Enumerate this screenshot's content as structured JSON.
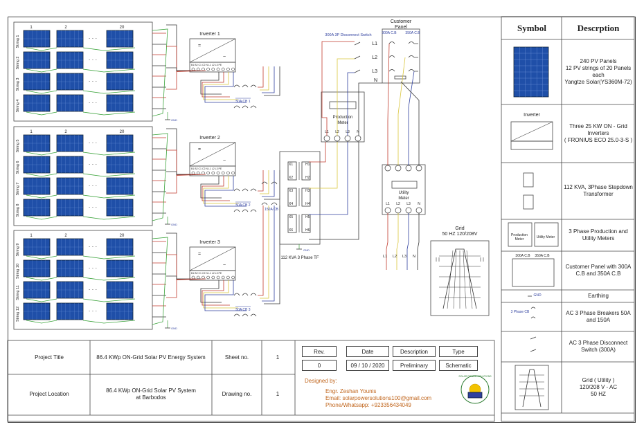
{
  "strings": {
    "group1": {
      "labels": [
        "String 1",
        "String 2",
        "String 3",
        "String 4"
      ],
      "cols": [
        "1",
        "2",
        "20"
      ]
    },
    "group2": {
      "labels": [
        "String 5",
        "String 6",
        "String 7",
        "String 8"
      ],
      "cols": [
        "1",
        "2",
        "20"
      ]
    },
    "group3": {
      "labels": [
        "String 9",
        "String 10",
        "String 11",
        "String 12"
      ],
      "cols": [
        "1",
        "2",
        "20"
      ]
    },
    "dots": "· · ·"
  },
  "inverters": [
    "Inverter 1",
    "Inverter 2",
    "Inverter 3"
  ],
  "inverter_pins": "B1 B2 C1 C2  N L1 L2 L3 PE",
  "breakers": {
    "cb1": "50A CB 1",
    "cb2": "50A CB 2",
    "cb3": "50A CB 3",
    "cb150": "150A CB"
  },
  "gnd": "GND",
  "transformer": {
    "label": "112 KVA 3 Phase TF",
    "pins_left": [
      "X1",
      "X2",
      "X3",
      "X4",
      "X5",
      "X6"
    ],
    "pins_right": [
      "H1",
      "H2",
      "H3",
      "H4",
      "H5",
      "H6"
    ]
  },
  "production_meter": {
    "title": "Production Meter",
    "terminals": [
      "L1",
      "L2",
      "L3",
      "N"
    ]
  },
  "utility_meter": {
    "title": "Utility Meter",
    "terminals": [
      "L1",
      "L2",
      "L3",
      "N"
    ]
  },
  "disconnect": {
    "label": "300A 3P Disconnect Switch"
  },
  "customer_panel": {
    "title": "Customer Panel",
    "cb_left": "300A C.B",
    "cb_right": "350A C.B"
  },
  "lines": {
    "l1": "L1",
    "l2": "L2",
    "l3": "L3",
    "n": "N"
  },
  "grid": {
    "title": "Grid",
    "spec": "50 HZ 120/208V"
  },
  "legend": {
    "col_symbol": "Symbol",
    "col_desc": "Descrption",
    "rows": [
      {
        "desc": "240 PV Panels\n12 PV strings of 20 Panels each\nYangtze Solar(YS360M-72)"
      },
      {
        "symbol_label": "Inverter",
        "desc": "Three 25 KW ON - Grid Inverters\n( FRONIUS ECO 25.0-3-S )"
      },
      {
        "desc": "112 KVA, 3Phase Stepdown Transformer"
      },
      {
        "symbol_label_left": "Production Meter",
        "symbol_label_right": "Utility Meter",
        "desc": "3 Phase Production and Utility Meters"
      },
      {
        "symbol_label_left": "300A C.B",
        "symbol_label_right": "350A C.B",
        "desc": "Customer Panel with 300A C.B and 350A C.B"
      },
      {
        "symbol_label": "GND",
        "desc": "Earthing"
      },
      {
        "symbol_label": "3 Phase CB",
        "desc": "AC 3 Phase Breakers 50A and 150A"
      },
      {
        "desc": "AC 3 Phase Disconnect Switch (300A)"
      },
      {
        "desc": "Grid ( Utility )\n120/208 V - AC\n50 HZ"
      }
    ]
  },
  "title_block": {
    "project_title_label": "Project Title",
    "project_title": "86.4 KWp ON-Grid Solar PV Energy System",
    "sheet_label": "Sheet no.",
    "sheet_no": "1",
    "project_location_label": "Project Location",
    "project_location": "86.4 KWp ON-Grid Solar PV System\nat Barbodos",
    "drawing_label": "Drawing no.",
    "drawing_no": "1",
    "rev_label": "Rev.",
    "rev": "0",
    "date_label": "Date",
    "date": "09 / 10 / 2020",
    "desc_label": "Description",
    "desc": "Preliminary",
    "type_label": "Type",
    "type": "Schematic",
    "designed_by_label": "Designed by:",
    "designer": "Engr. Zeshan Younis",
    "email": "Email: solarpowersolutions100@gmail.com",
    "phone": "Phone/Whatsapp: +923356434049",
    "logo_text": "SOLAR POWER SOLUTIONS"
  },
  "colors": {
    "red": "#c0392b",
    "yellow": "#d9c53a",
    "blue": "#2e3f9e",
    "green": "#3aa33a",
    "dark": "#333333",
    "panel": "#1f4fa8",
    "orange": "#c0651c"
  }
}
